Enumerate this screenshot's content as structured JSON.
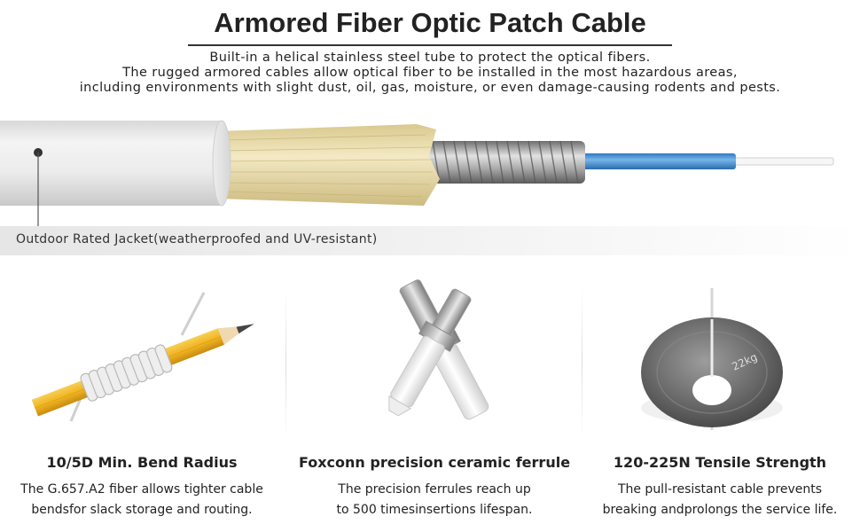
{
  "header": {
    "title": "Armored Fiber Optic Patch Cable",
    "description_lines": [
      "Built-in a helical stainless steel tube to protect the optical fibers.",
      "The rugged armored cables allow optical fiber to be installed in the most hazardous areas,",
      "including environments with slight dust, oil, gas, moisture, or even damage-causing rodents and pests."
    ]
  },
  "cross_section": {
    "jacket_label": "Outdoor Rated Jacket(weatherproofed and UV-resistant)",
    "colors": {
      "jacket": "#e9e9e9",
      "aramid": "#ece0b0",
      "steel": "#9a9a9a",
      "fiber": "#3f8fd2"
    }
  },
  "features": [
    {
      "title": "10/5D Min. Bend Radius",
      "lines": [
        "The G.657.A2 fiber allows tighter cable",
        "bendsfor slack storage and routing."
      ],
      "icon": "pencil-bend-icon"
    },
    {
      "title": "Foxconn precision ceramic ferrule",
      "lines": [
        "The precision ferrules reach up",
        "to 500 timesinsertions lifespan."
      ],
      "icon": "ferrule-icon"
    },
    {
      "title": "120-225N Tensile Strength",
      "lines": [
        "The pull-resistant cable prevents",
        "breaking andprolongs the service life."
      ],
      "icon": "weight-plate-icon"
    }
  ],
  "weight_plate_text": "22kg"
}
